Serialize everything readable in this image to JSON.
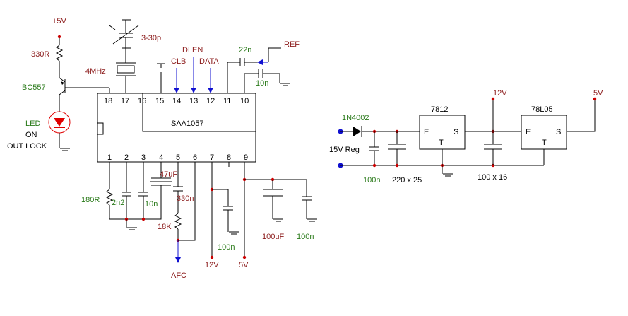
{
  "colors": {
    "wire": "#000000",
    "signal_wire": "#1010d0",
    "junction": "#cc0000",
    "ref_label": "#8b1a1a",
    "value_label": "#2a7a1a",
    "led": "#e00000"
  },
  "icons": {
    "arrow": "arrow-icon",
    "ground": "ground-icon"
  },
  "labels": {
    "plus5v": "+5V",
    "r330": "330R",
    "bc557": "BC557",
    "led": "LED",
    "on": "ON",
    "outlock": "OUT LOCK",
    "xtal": "4MHz",
    "trimmer": "3-30p",
    "clb": "CLB",
    "dlen": "DLEN",
    "data": "DATA",
    "c22n": "22n",
    "ref": "REF",
    "c10n_top": "10n",
    "chip": "SAA1057",
    "r180": "180R",
    "c2n2": "2n2",
    "c10n_bot": "10n",
    "c47u": "47uF",
    "c330n": "330n",
    "r18k": "18K",
    "afc": "AFC",
    "c100n_mid": "100n",
    "v12_bot": "12V",
    "v5_bot": "5V",
    "c100uF": "100uF",
    "c100n_right": "100n",
    "diode": "1N4002",
    "v15reg": "15V Reg",
    "c100n_ps": "100n",
    "c220x25": "220 x 25",
    "reg7812": "7812",
    "reg78l05": "78L05",
    "v12_top": "12V",
    "v5_top": "5V",
    "c100x16": "100 x 16"
  },
  "chip_pins": {
    "top": [
      "18",
      "17",
      "16",
      "15",
      "14",
      "13",
      "12",
      "11",
      "10"
    ],
    "bottom": [
      "1",
      "2",
      "3",
      "4",
      "5",
      "6",
      "7",
      "8",
      "9"
    ]
  },
  "regulator_pins": {
    "e": "E",
    "t": "T",
    "s": "S"
  }
}
